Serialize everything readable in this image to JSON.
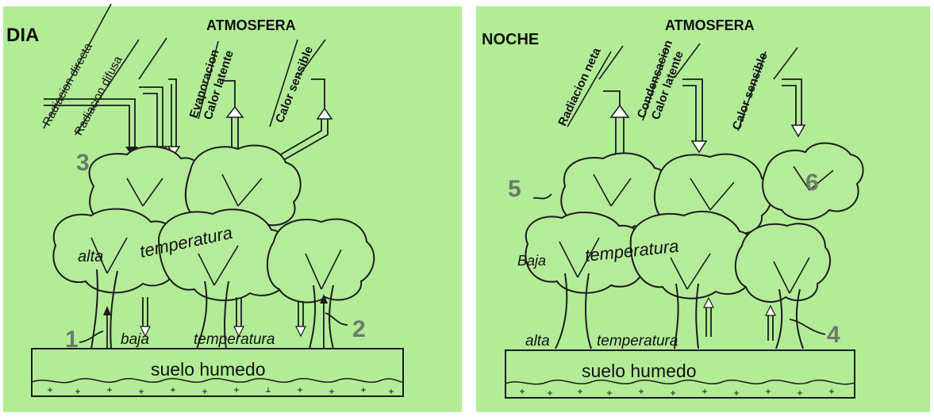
{
  "colors": {
    "background": "#b2ec97",
    "frame": "#ffffff",
    "ink": "#1c1c1c",
    "numbers": "#6a7a6a"
  },
  "day": {
    "title": "DIA",
    "atmosphere": "ATMOSFERA",
    "labels": {
      "direct_radiation": "Radiacion directa",
      "diffuse_radiation": "Radiacion difusa",
      "evaporation": "Evaporacion",
      "latent_heat": "Calor latente",
      "sensible_heat": "Calor sensible"
    },
    "canopy_text": {
      "part1": "alta",
      "part2": "temperatura"
    },
    "ground_text": {
      "part1": "baja",
      "part2": "temperatura"
    },
    "soil": "suelo humedo",
    "numbers": {
      "n1": "1",
      "n2": "2",
      "n3": "3"
    }
  },
  "night": {
    "title": "NOCHE",
    "atmosphere": "ATMOSFERA",
    "labels": {
      "net_radiation": "Radiacion neta",
      "condensation": "Condensacion",
      "latent_heat": "Calor latente",
      "sensible_heat": "Calor sensible"
    },
    "canopy_text": {
      "part1": "Baja",
      "part2": "temperatura"
    },
    "ground_text": {
      "part1": "alta",
      "part2": "temperatura"
    },
    "soil": "suelo humedo",
    "numbers": {
      "n4": "4",
      "n5": "5",
      "n6": "6"
    }
  }
}
